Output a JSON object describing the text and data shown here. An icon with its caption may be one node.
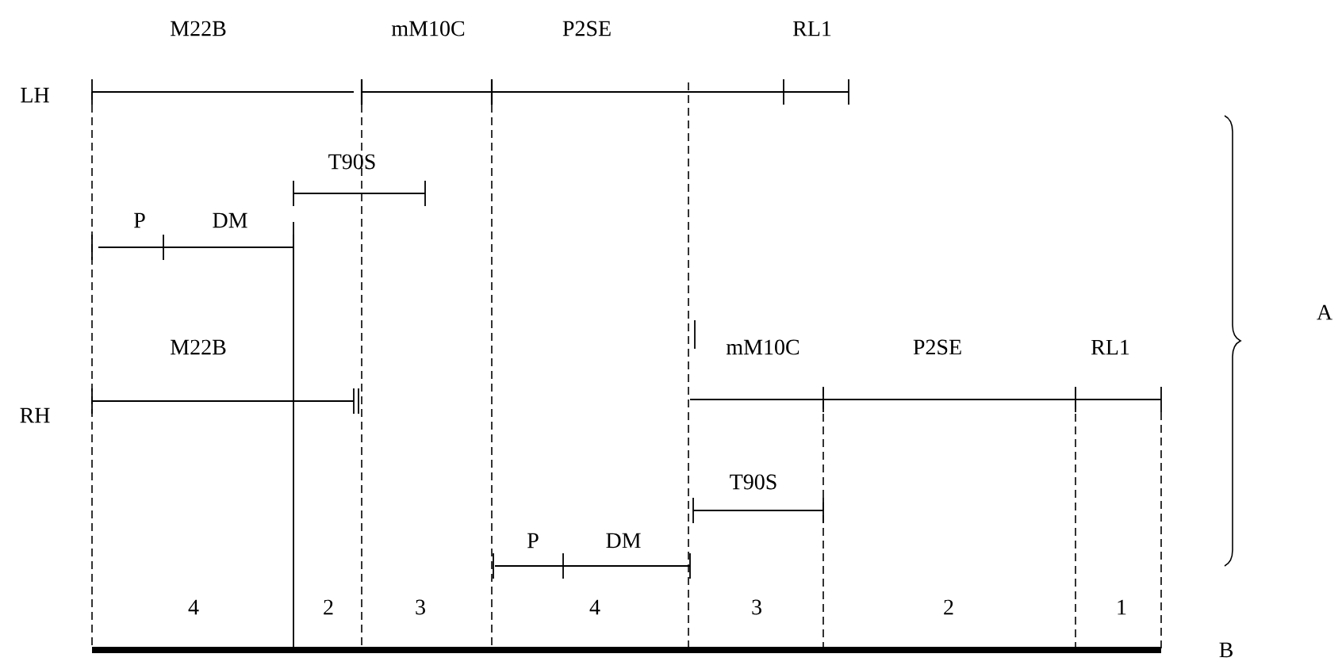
{
  "diagram": {
    "labels": [
      "M22B",
      "mM10C",
      "P2SE",
      "RL1",
      "LH",
      "T90S",
      "P",
      "DM",
      "A",
      "M22B",
      "mM10C",
      "P2SE",
      "RL1",
      "RH",
      "T90S",
      "P",
      "DM",
      "4",
      "2",
      "3",
      "4",
      "3",
      "2",
      "1",
      "B"
    ]
  }
}
